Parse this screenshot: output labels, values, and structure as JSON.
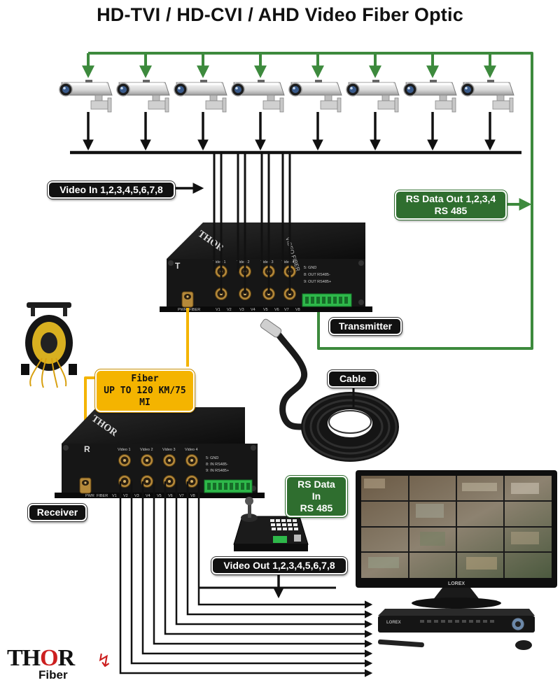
{
  "title": "HD-TVI / HD-CVI / AHD Video Fiber Optic",
  "labels": {
    "video_in": "Video In 1,2,3,4,5,6,7,8",
    "rs_out_line1": "RS Data Out 1,2,3,4",
    "rs_out_line2": "RS 485",
    "transmitter": "Transmitter",
    "cable": "Cable",
    "fiber_line1": "Fiber",
    "fiber_line2": "UP TO 120 KM/75 MI",
    "receiver": "Receiver",
    "rs_in_line1": "RS Data In",
    "rs_in_line2": "RS 485",
    "video_out": "Video Out 1,2,3,4,5,6,7,8"
  },
  "transmitter_panel": {
    "letter": "T",
    "brand": "THOR",
    "top_labels": [
      "Video 1",
      "Video 2",
      "Video 3",
      "Video 4"
    ],
    "bottom_labels": [
      "PWR",
      "FIBER",
      "V1",
      "V2",
      "V3",
      "V4",
      "V5",
      "V6",
      "V7",
      "V8"
    ],
    "rs_text": [
      "5: GND",
      "8: OUT RS485-",
      "9: OUT RS485+"
    ]
  },
  "receiver_panel": {
    "letter": "R",
    "brand": "THOR",
    "top_labels": [
      "Video 1",
      "Video 2",
      "Video 3",
      "Video 4"
    ],
    "bottom_labels": [
      "PWR",
      "FIBER",
      "V1",
      "V2",
      "V3",
      "V4",
      "V5",
      "V6",
      "V7",
      "V8"
    ],
    "rs_text": [
      "5: GND",
      "8: IN RS485-",
      "9: IN RS485+"
    ]
  },
  "monitor_brand": "LOREX",
  "dvr_brand": "LOREX",
  "logo": {
    "word_black_1": "TH",
    "word_red": "O",
    "word_black_2": "R",
    "sub": "Fiber"
  },
  "colors": {
    "green_line": "#3d8a3d",
    "yellow_line": "#f4b400",
    "black_line": "#111111"
  },
  "icons": {
    "camera": "cctv-camera-icon",
    "fiber_reel": "fiber-reel-icon",
    "ptz_keyboard": "ptz-keyboard-icon",
    "monitor": "monitor-icon",
    "dvr": "dvr-icon"
  }
}
